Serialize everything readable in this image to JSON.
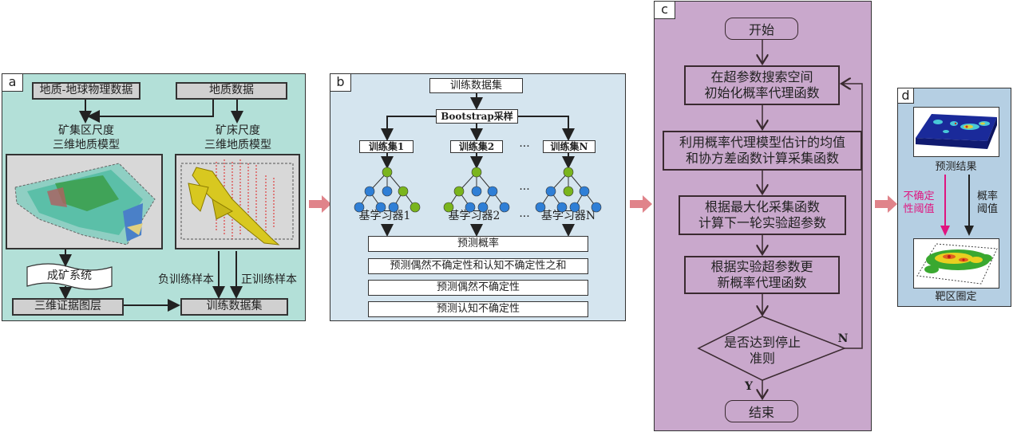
{
  "panel_a": {
    "tag": "a",
    "geo_geophys_data": "地质-地球物理数据",
    "geo_data": "地质数据",
    "district_model": [
      "矿集区尺度",
      "三维地质模型"
    ],
    "deposit_model": [
      "矿床尺度",
      "三维地质模型"
    ],
    "mineral_system": "成矿系统",
    "evidence_layers": "三维证据图层",
    "negative_samples": "负训练样本",
    "positive_samples": "正训练样本",
    "training_dataset": "训练数据集",
    "colors": {
      "background": "#b3e0d8",
      "box": "#d0d0d0"
    }
  },
  "panel_b": {
    "tag": "b",
    "training_dataset": "训练数据集",
    "bootstrap": "Bootstrap采样",
    "train_sets": [
      "训练集1",
      "训练集2",
      "训练集N"
    ],
    "learners": [
      "基学习器1",
      "基学习器2",
      "基学习器N"
    ],
    "ellipsis": "···",
    "outputs": [
      "预测概率",
      "预测偶然不确定性和认知不确定性之和",
      "预测偶然不确定性",
      "预测认知不确定性"
    ],
    "colors": {
      "background": "#d5e5ef",
      "node_blue": "#2f7fd6",
      "node_green": "#7ab51d"
    }
  },
  "panel_c": {
    "tag": "c",
    "start": "开始",
    "step1": [
      "在超参数搜索空间",
      "初始化概率代理函数"
    ],
    "step2": [
      "利用概率代理模型估计的均值",
      "和协方差函数计算采集函数"
    ],
    "step3": [
      "根据最大化采集函数",
      "计算下一轮实验超参数"
    ],
    "step4": [
      "根据实验超参数更",
      "新概率代理函数"
    ],
    "decision": [
      "是否达到停止",
      "准则"
    ],
    "no_label": "N",
    "yes_label": "Y",
    "end": "结束",
    "colors": {
      "background": "#c9a8cc"
    }
  },
  "panel_d": {
    "tag": "d",
    "prediction_result": "预测结果",
    "uncertainty_threshold": [
      "不确定",
      "性阈值"
    ],
    "probability_threshold": [
      "概率",
      "阈值"
    ],
    "target_delineation": "靶区圈定",
    "colors": {
      "background": "#b5cfe3",
      "uncertainty_arrow": "#e0147f"
    }
  },
  "connector_arrow_color": "#e0838a"
}
